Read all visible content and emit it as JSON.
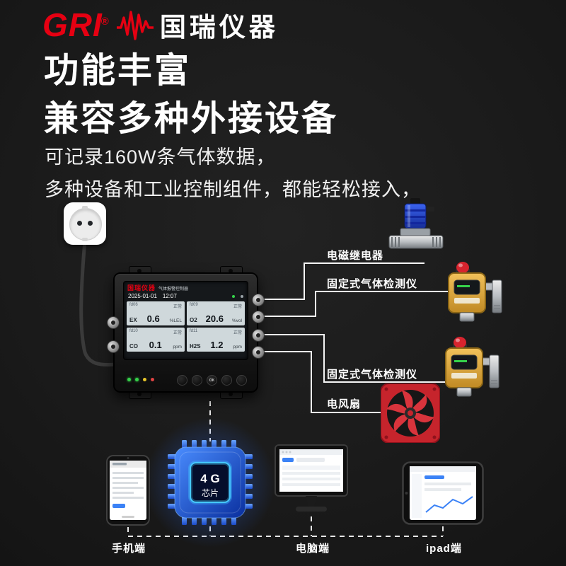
{
  "colors": {
    "background": "#1c1c1c",
    "brand_red": "#e60012",
    "line_white": "#ffffff",
    "chip_blue": "#2f66ff",
    "detector_yellow": "#e3a63a",
    "fan_red": "#c6242c"
  },
  "logo": {
    "brand": "GRI",
    "reg": "®",
    "name": "国瑞仪器"
  },
  "headings": {
    "h1": "功能丰富",
    "h2": "兼容多种外接设备",
    "p1": "可记录160W条气体数据，",
    "p2": "多种设备和工业控制组件，都能轻松接入，"
  },
  "controller": {
    "brand": "国瑞仪器",
    "model": "气体报警控制器",
    "date": "2025-01-01",
    "time": "12:07",
    "ok_label": "OK",
    "tiles": [
      {
        "id": "fd06",
        "status": "正常",
        "gas": "EX",
        "value": "0.6",
        "unit": "%LEL"
      },
      {
        "id": "fd09",
        "status": "正常",
        "gas": "O2",
        "value": "20.6",
        "unit": "%vol"
      },
      {
        "id": "fd10",
        "status": "正常",
        "gas": "CO",
        "value": "0.1",
        "unit": "ppm"
      },
      {
        "id": "fd11",
        "status": "正常",
        "gas": "H2S",
        "value": "1.2",
        "unit": "ppm"
      }
    ]
  },
  "connections": {
    "relay": "电磁继电器",
    "detector_top": "固定式气体检测仪",
    "detector_bottom": "固定式气体检测仪",
    "fan": "电风扇"
  },
  "chip": {
    "line1": "4 G",
    "line2": "芯片"
  },
  "terminals": {
    "phone": "手机端",
    "pc": "电脑端",
    "tablet": "ipad端"
  }
}
